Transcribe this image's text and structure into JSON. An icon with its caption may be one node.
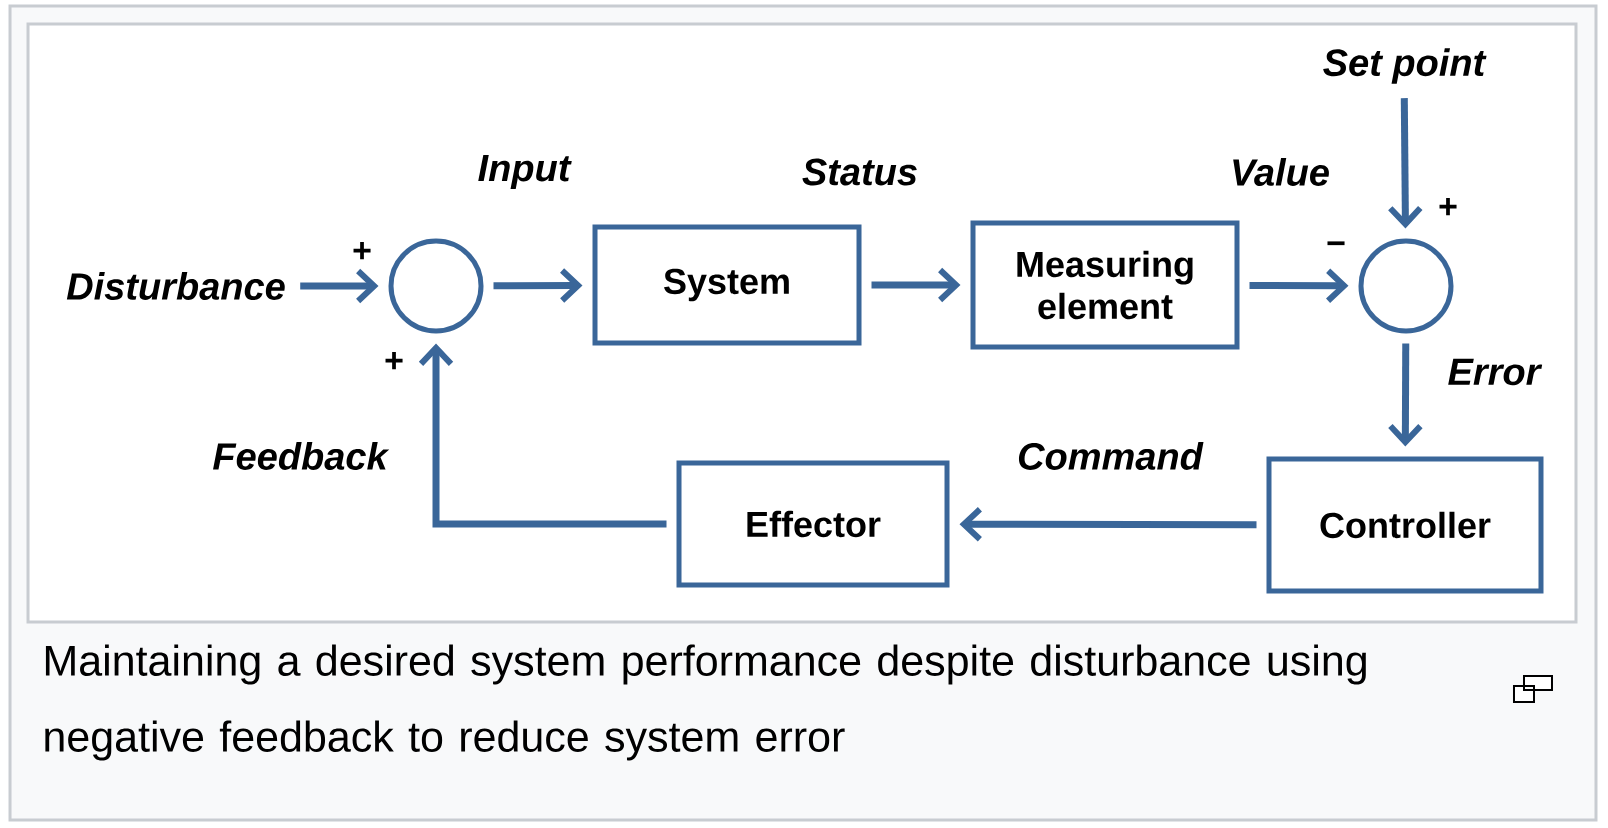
{
  "diagram": {
    "caption": "Maintaining a desired system performance despite disturbance using negative feedback to reduce system error",
    "nodes": [
      {
        "text": [
          "Disturbance"
        ]
      },
      {
        "text": [],
        "shape": "circle"
      },
      {
        "text": [
          "System"
        ]
      },
      {
        "text": [
          "Measuring element"
        ]
      },
      {
        "text": [],
        "shape": "circle"
      },
      {
        "text": [
          "Set point"
        ]
      },
      {
        "text": [
          "Controller"
        ]
      },
      {
        "text": [
          "Effector"
        ]
      }
    ],
    "edges": [
      {
        "from": 0,
        "to": 1,
        "arrow": "to"
      },
      {
        "from": 1,
        "to": 2,
        "arrow": "to",
        "label": "Input"
      },
      {
        "from": 2,
        "to": 3,
        "arrow": "to",
        "label": "Status"
      },
      {
        "from": 3,
        "to": 4,
        "arrow": "to",
        "label": "Value"
      },
      {
        "from": 5,
        "to": 4,
        "arrow": "to"
      },
      {
        "from": 4,
        "to": 6,
        "arrow": "to",
        "label": "Error"
      },
      {
        "from": 6,
        "to": 7,
        "arrow": "to",
        "label": "Command"
      },
      {
        "from": 7,
        "to": 1,
        "arrow": "to",
        "label": "Feedback"
      }
    ],
    "labels": [
      "+",
      "+",
      "−",
      "+"
    ]
  }
}
